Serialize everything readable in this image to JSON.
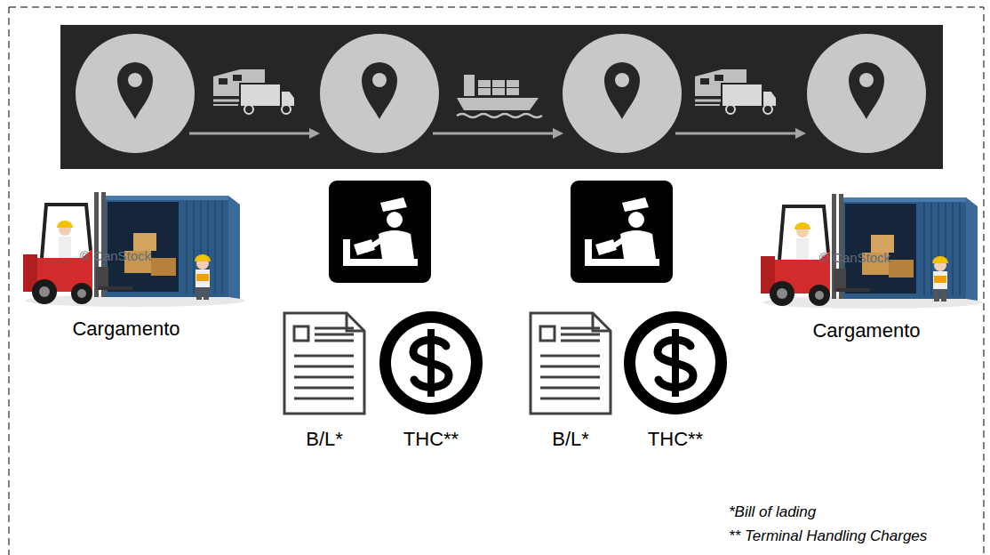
{
  "diagram": {
    "labels": [
      "© CanStock",
      "© CanStock",
      "Cargamento",
      "Cargamento",
      "B/L*",
      "THC**",
      "B/L*",
      "THC**",
      "*Bill of lading",
      "** Terminal Handling Charges"
    ]
  }
}
